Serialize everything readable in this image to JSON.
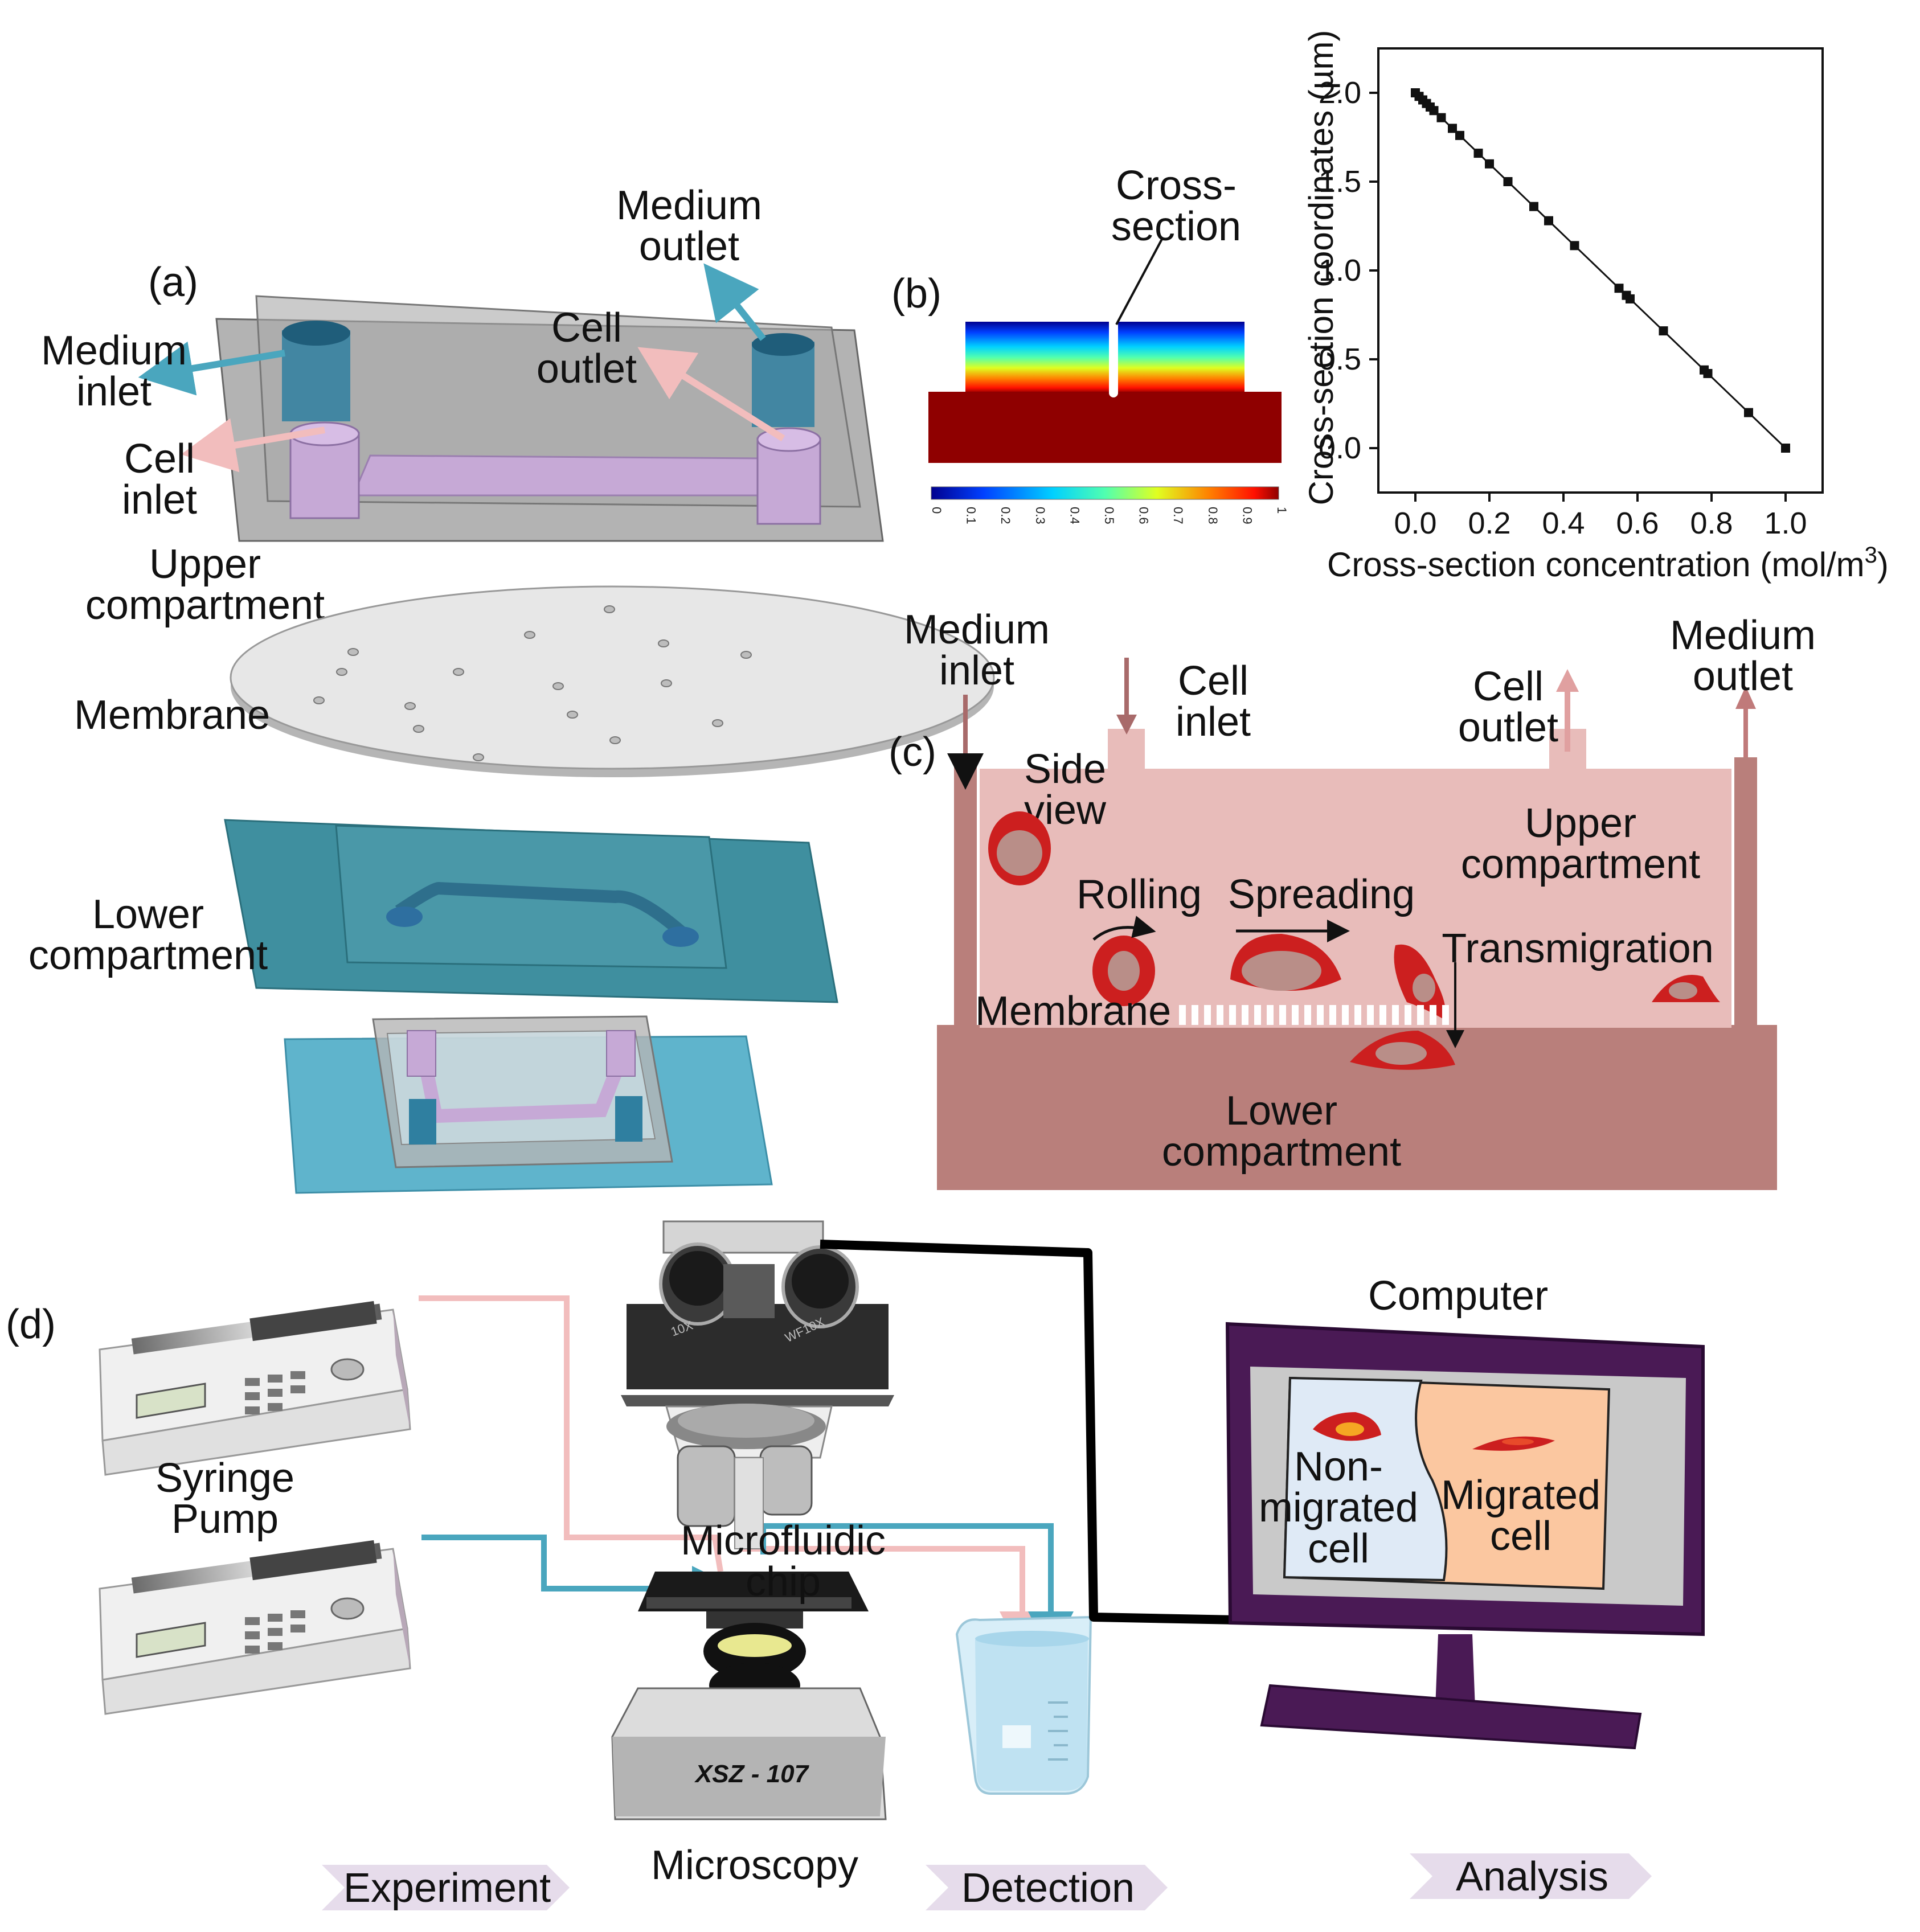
{
  "colors": {
    "blue_line": "#4aa6be",
    "pink_line": "#f2bdbd",
    "chamber": "#e8bcba",
    "base": "#b97f7b",
    "cell_red": "#cc1f1f",
    "cell_core": "#b98e88",
    "bed": "#3f8f9f",
    "screen_frame": "#3a1240"
  },
  "panel_a": {
    "letter": "(a)",
    "medium_outlet": [
      "Medium",
      "outlet"
    ],
    "medium_inlet": [
      "Medium",
      "inlet"
    ],
    "cell_outlet": [
      "Cell",
      "outlet"
    ],
    "cell_inlet": [
      "Cell",
      "inlet"
    ],
    "upper": [
      "Upper",
      "compartment"
    ],
    "membrane": "Membrane",
    "lower": [
      "Lower",
      "compartment"
    ]
  },
  "panel_b": {
    "letter": "(b)",
    "cross_section": [
      "Cross-",
      "section"
    ],
    "colorbar_ticks": [
      "0",
      "0.1",
      "0.2",
      "0.3",
      "0.4",
      "0.5",
      "0.6",
      "0.7",
      "0.8",
      "0.9",
      "1"
    ]
  },
  "chart_data": {
    "type": "line",
    "xlabel": "Cross-section concentration (mol/m",
    "xlabel_sup": "3",
    "xlabel_end": ")",
    "ylabel": "Cross-section coordinates (µm)",
    "xlim": [
      -0.1,
      1.1
    ],
    "ylim": [
      -0.25,
      2.25
    ],
    "xticks": [
      "0.0",
      "0.2",
      "0.4",
      "0.6",
      "0.8",
      "1.0"
    ],
    "yticks": [
      "0.0",
      "0.5",
      "1.0",
      "1.5",
      "2.0"
    ],
    "x": [
      0.0,
      0.01,
      0.02,
      0.03,
      0.04,
      0.05,
      0.07,
      0.1,
      0.12,
      0.17,
      0.2,
      0.25,
      0.32,
      0.36,
      0.43,
      0.55,
      0.57,
      0.58,
      0.67,
      0.78,
      0.79,
      0.9,
      1.0
    ],
    "y": [
      2.0,
      1.98,
      1.96,
      1.94,
      1.92,
      1.9,
      1.86,
      1.8,
      1.76,
      1.66,
      1.6,
      1.5,
      1.36,
      1.28,
      1.14,
      0.9,
      0.86,
      0.84,
      0.66,
      0.44,
      0.42,
      0.2,
      0.0
    ]
  },
  "panel_c": {
    "letter": "(c)",
    "medium_inlet": [
      "Medium",
      "inlet"
    ],
    "cell_inlet": [
      "Cell",
      "inlet"
    ],
    "cell_outlet": [
      "Cell",
      "outlet"
    ],
    "medium_outlet": [
      "Medium",
      "outlet"
    ],
    "side_view": [
      "Side",
      "view"
    ],
    "upper": [
      "Upper",
      "compartment"
    ],
    "rolling": "Rolling",
    "spreading": "Spreading",
    "transmigration": "Transmigration",
    "membrane": "Membrane",
    "lower": [
      "Lower",
      "compartment"
    ]
  },
  "panel_d": {
    "letter": "(d)",
    "syringe_pump": [
      "Syringe",
      "Pump"
    ],
    "microfluidic_chip": [
      "Microfluidic",
      "chip"
    ],
    "computer": "Computer",
    "non_migrated": [
      "Non-",
      "migrated",
      "cell"
    ],
    "migrated": [
      "Migrated",
      "cell"
    ],
    "microscope_model": "XSZ - 107",
    "objective_left": "10X",
    "objective_right": "WF10X",
    "steps": [
      "Experiment",
      "Microscopy",
      "Detection",
      "Analysis"
    ]
  }
}
